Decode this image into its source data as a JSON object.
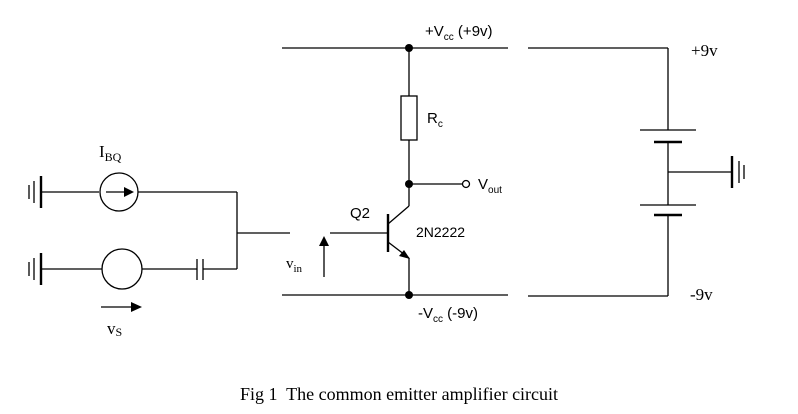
{
  "labels": {
    "vcc_pos_main": "+V",
    "vcc_pos_sub": "cc",
    "vcc_pos_val": " (+9v)",
    "vcc_neg_main": "-V",
    "vcc_neg_sub": "cc",
    "vcc_neg_val": " (-9v)",
    "rc_main": "R",
    "rc_sub": "c",
    "vout_main": "V",
    "vout_sub": "out",
    "q2": "Q2",
    "transistor_model": "2N2222",
    "ibq_main": "I",
    "ibq_sub": "BQ",
    "vin_main": "v",
    "vin_sub": "in",
    "vs_main": "v",
    "vs_sub": "S",
    "battery_pos": "+9v",
    "battery_neg": "-9v"
  },
  "caption": "Fig 1  The common emitter amplifier circuit"
}
